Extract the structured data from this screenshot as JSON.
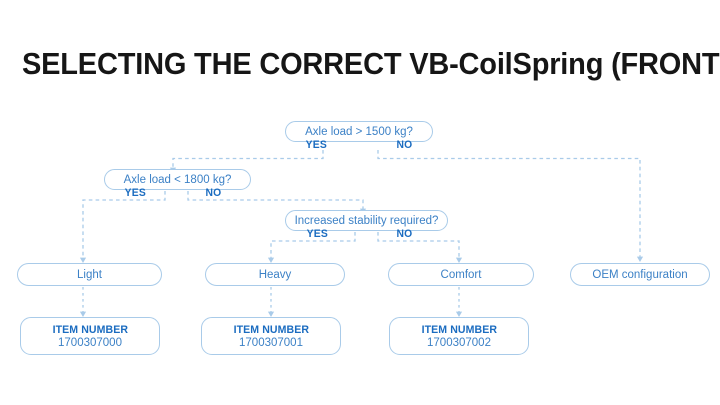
{
  "page": {
    "title": "SELECTING THE CORRECT VB-CoilSpring (FRONT AXLE)",
    "background_color": "#ffffff",
    "title_color": "#161616"
  },
  "theme": {
    "box_border": "#a9cbe9",
    "box_text": "#3c81c6",
    "branch_label": "#1b6cc0",
    "connector": "#a9cbe9",
    "arrow_fill": "#a9cbe9"
  },
  "chart_data": {
    "type": "diagram",
    "diagram_kind": "decision-flowchart",
    "title": "SELECTING THE CORRECT VB-CoilSpring (FRONT AXLE)",
    "nodes": [
      {
        "id": "q1",
        "kind": "decision",
        "label": "Axle load > 1500 kg?"
      },
      {
        "id": "q2",
        "kind": "decision",
        "label": "Axle load < 1800 kg?"
      },
      {
        "id": "q3",
        "kind": "decision",
        "label": "Increased stability required?"
      },
      {
        "id": "r1",
        "kind": "result",
        "label": "Light"
      },
      {
        "id": "r2",
        "kind": "result",
        "label": "Heavy"
      },
      {
        "id": "r3",
        "kind": "result",
        "label": "Comfort"
      },
      {
        "id": "r4",
        "kind": "result",
        "label": "OEM configuration"
      },
      {
        "id": "i1",
        "kind": "item",
        "title": "ITEM NUMBER",
        "value": "1700307000"
      },
      {
        "id": "i2",
        "kind": "item",
        "title": "ITEM NUMBER",
        "value": "1700307001"
      },
      {
        "id": "i3",
        "kind": "item",
        "title": "ITEM NUMBER",
        "value": "1700307002"
      }
    ],
    "edges": [
      {
        "from": "q1",
        "to": "q2",
        "label": "YES"
      },
      {
        "from": "q1",
        "to": "r4",
        "label": "NO"
      },
      {
        "from": "q2",
        "to": "r1",
        "label": "YES"
      },
      {
        "from": "q2",
        "to": "q3",
        "label": "NO"
      },
      {
        "from": "q3",
        "to": "r2",
        "label": "YES"
      },
      {
        "from": "q3",
        "to": "r3",
        "label": "NO"
      },
      {
        "from": "r1",
        "to": "i1",
        "label": ""
      },
      {
        "from": "r2",
        "to": "i2",
        "label": ""
      },
      {
        "from": "r3",
        "to": "i3",
        "label": ""
      }
    ]
  },
  "decisions": [
    {
      "label": "Axle load > 1500 kg?",
      "yes": "YES",
      "no": "NO"
    },
    {
      "label": "Axle load < 1800 kg?",
      "yes": "YES",
      "no": "NO"
    },
    {
      "label": "Increased stability required?",
      "yes": "YES",
      "no": "NO"
    }
  ],
  "results": [
    {
      "label": "Light"
    },
    {
      "label": "Heavy"
    },
    {
      "label": "Comfort"
    },
    {
      "label": "OEM configuration"
    }
  ],
  "items": [
    {
      "title": "ITEM NUMBER",
      "value": "1700307000"
    },
    {
      "title": "ITEM NUMBER",
      "value": "1700307001"
    },
    {
      "title": "ITEM NUMBER",
      "value": "1700307002"
    }
  ]
}
